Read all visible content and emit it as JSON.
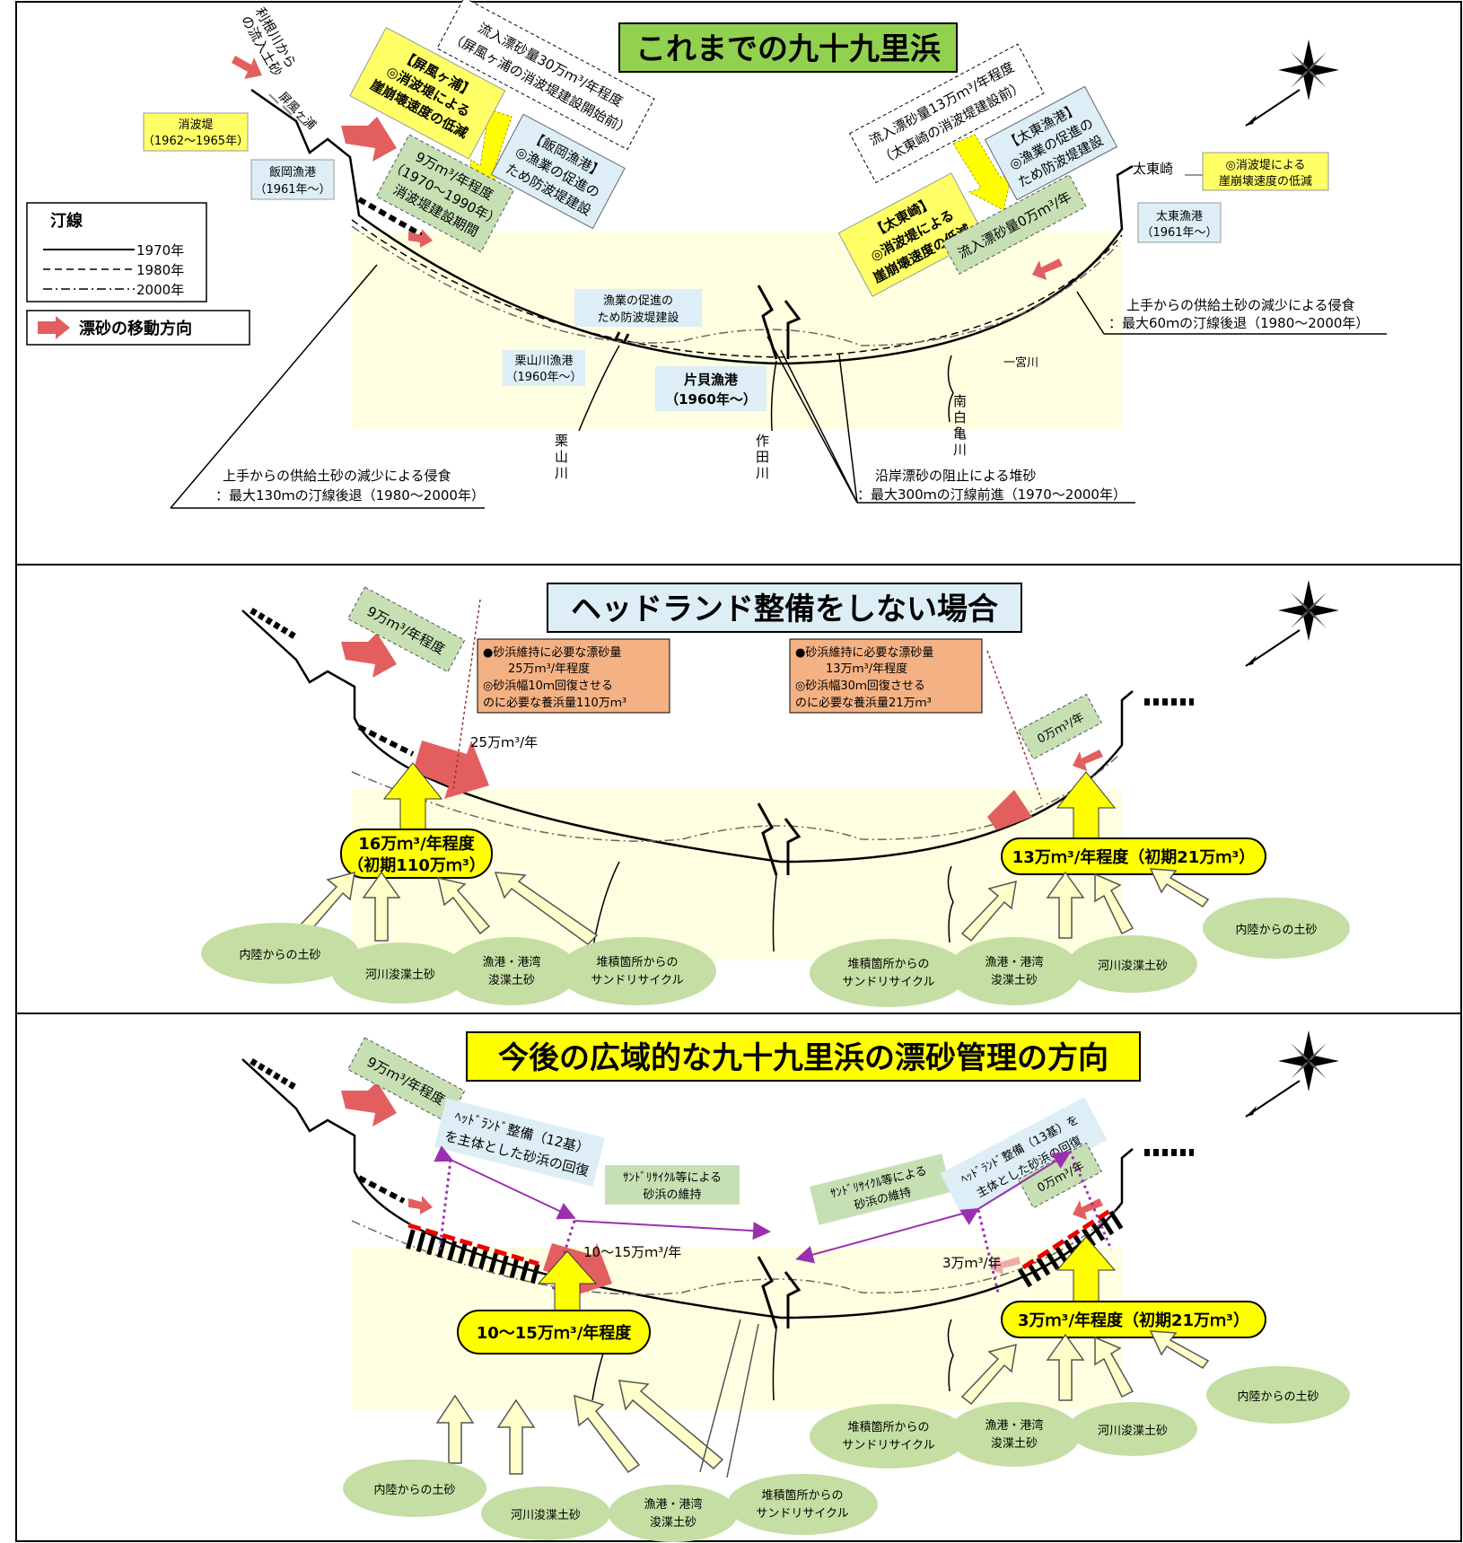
{
  "panel1": {
    "title": "これまでの九十九里浜",
    "tone_river_line1": "利根川から",
    "tone_river_line2": "の流入土砂",
    "byobugaura": "屏風ヶ浦",
    "seawall_label": "消波堤",
    "seawall_years": "（1962〜1965年）",
    "iioka_port": "飯岡漁港",
    "iioka_years": "（1961年〜）",
    "legend_title": "汀線",
    "legend_1970": "1970年",
    "legend_1980": "1980年",
    "legend_2000": "2000年",
    "legend_drift": "漂砂の移動方向",
    "byobu_box_1": "【屏風ヶ浦】",
    "byobu_box_2": "◎消波堤による",
    "byobu_box_3": "崖崩壊速度の低減",
    "inflow_box_1": "流入漂砂量30万ｍ³/年程度",
    "inflow_box_2": "（屏風ヶ浦の消波堤建設開始前）",
    "iioka_box_1": "【飯岡漁港】",
    "iioka_box_2": "◎漁業の促進の",
    "iioka_box_3": "ため防波堤建設",
    "vol9_1": "9万ｍ³/年程度",
    "vol9_2": "（1970〜1990年）",
    "vol9_3": "消波堤建設期間",
    "fishing_note_1": "漁業の促進の",
    "fishing_note_2": "ため防波堤建設",
    "kuriyama_port": "栗山川漁港",
    "kuriyama_years": "（1960年〜）",
    "katakai_port": "片貝漁港",
    "katakai_years": "（1960年〜）",
    "kuriyama_river": "栗山川",
    "sakuta_river": "作田川",
    "minamishirakame_river": "南白亀川",
    "ichinomiya_river": "一宮川",
    "erosion_left_1": "上手からの供給土砂の減少による侵食",
    "erosion_left_2": "：最大130ｍの汀線後退（1980〜2000年）",
    "accretion_1": "沿岸漂砂の阻止による堆砂",
    "accretion_2": "：最大300ｍの汀線前進（1970〜2000年）",
    "erosion_right_1": "上手からの供給土砂の減少による侵食",
    "erosion_right_2": "：最大60ｍの汀線後退（1980〜2000年）",
    "taito_inflow_1": "流入漂砂量13万ｍ³/年程度",
    "taito_inflow_2": "（太東崎の消波堤建設前）",
    "taito_port_box_1": "【太東漁港】",
    "taito_port_box_2": "◎漁業の促進の",
    "taito_port_box_3": "ため防波堤建設",
    "taito_cape_box_1": "【太東崎】",
    "taito_cape_box_2": "◎消波堤による",
    "taito_cape_box_3": "崖崩壊速度の低減",
    "inflow0": "流入漂砂量0万ｍ³/年",
    "taito_cape": "太東崎",
    "taito_seawall_1": "◎消波堤による",
    "taito_seawall_2": "崖崩壊速度の低減",
    "taito_port": "太東漁港",
    "taito_years": "（1961年〜）"
  },
  "panel2": {
    "title": "ヘッドランド整備をしない場合",
    "vol9": "9万ｍ³/年程度",
    "left_need_1": "●砂浜維持に必要な漂砂量",
    "left_need_2": "25万ｍ³/年程度",
    "left_need_3": "◎砂浜幅10ｍ回復させる",
    "left_need_4": "のに必要な養浜量110万ｍ³",
    "right_need_1": "●砂浜維持に必要な漂砂量",
    "right_need_2": "13万ｍ³/年程度",
    "right_need_3": "◎砂浜幅30ｍ回復させる",
    "right_need_4": "のに必要な養浜量21万ｍ³",
    "flow25": "25万ｍ³/年",
    "vol0": "0万ｍ³/年",
    "left_supply_1": "16万ｍ³/年程度",
    "left_supply_2": "（初期110万ｍ³）",
    "right_supply": "13万ｍ³/年程度（初期21万ｍ³）",
    "src_inland": "内陸からの土砂",
    "src_river": "河川浚渫土砂",
    "src_port_1": "漁港・港湾",
    "src_port_2": "浚渫土砂",
    "src_recycle_1": "堆積箇所からの",
    "src_recycle_2": "サンドリサイクル"
  },
  "panel3": {
    "title": "今後の広域的な九十九里浜の漂砂管理の方向",
    "vol9": "9万ｍ³/年程度",
    "hl_left_1": "ﾍｯﾄﾞﾗﾝﾄﾞ整備（12基）",
    "hl_left_2": "を主体とした砂浜の回復",
    "recycle_left_1": "ｻﾝﾄﾞﾘｻｲｸﾙ等による",
    "recycle_left_2": "砂浜の維持",
    "recycle_right_1": "ｻﾝﾄﾞﾘｻｲｸﾙ等による",
    "recycle_right_2": "砂浜の維持",
    "hl_right_1": "ﾍｯﾄﾞﾗﾝﾄﾞ整備（13基）を",
    "hl_right_2": "主体とした砂浜の回復",
    "vol0": "0万ｍ³/年",
    "flow_1015": "10〜15万ｍ³/年",
    "flow3": "3万ｍ³/年",
    "left_supply": "10〜15万ｍ³/年程度",
    "right_supply": "3万ｍ³/年程度（初期21万ｍ³）",
    "src_inland": "内陸からの土砂",
    "src_river": "河川浚渫土砂",
    "src_port_1": "漁港・港湾",
    "src_port_2": "浚渫土砂",
    "src_recycle_1": "堆積箇所からの",
    "src_recycle_2": "サンドリサイクル"
  },
  "colors": {
    "yellow_box": "#ffff66",
    "green_box": "#c6e0b4",
    "blue_box": "#ddeef6",
    "orange_box": "#f4b183",
    "sand": "#fefee0",
    "ellipse": "#c5dea3",
    "red_arrow": "#e35f5f",
    "title1": "#92d050",
    "title2": "#ddeef6",
    "title3": "#ffff00"
  }
}
